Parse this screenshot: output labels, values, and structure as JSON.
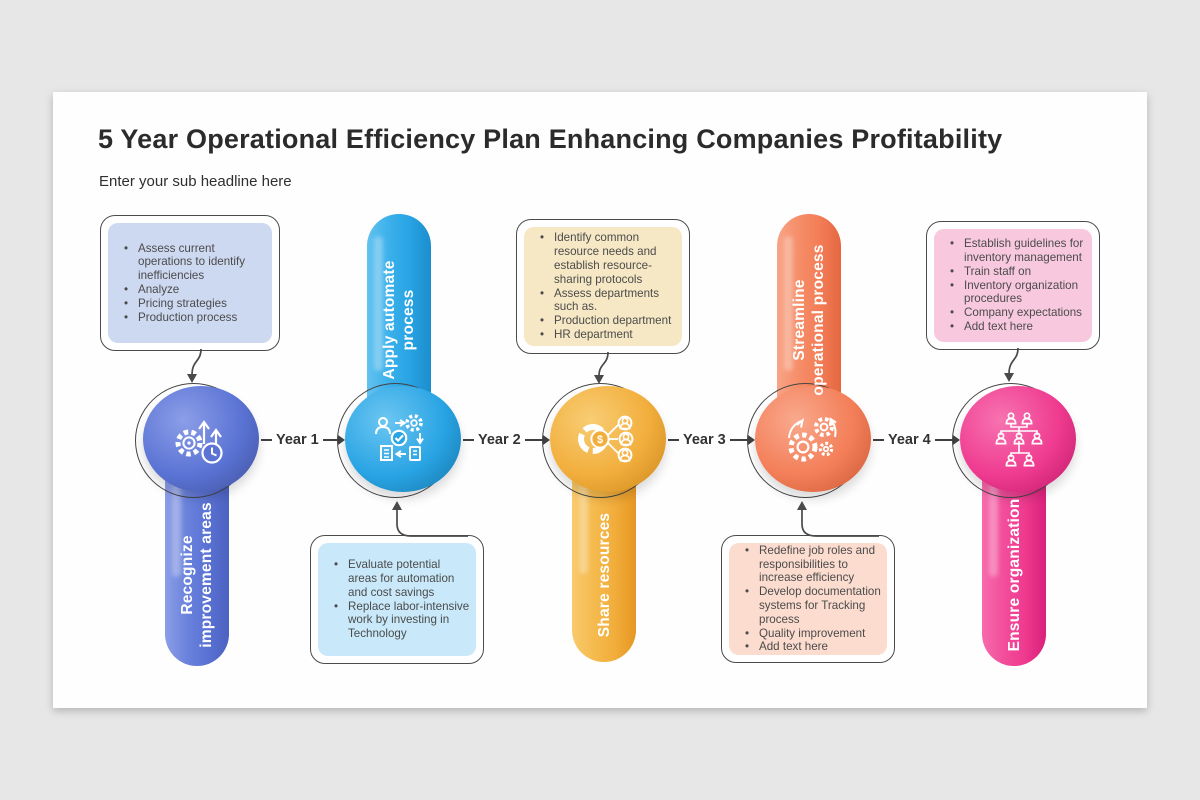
{
  "page": {
    "canvas_bg": "#e7e7e8",
    "slide_bg": "#ffffff",
    "outline_color": "#4b4b4b"
  },
  "header": {
    "title": "5 Year Operational Efficiency Plan Enhancing Companies Profitability",
    "subtitle": "Enter your sub headline here"
  },
  "years": [
    "Year 1",
    "Year 2",
    "Year 3",
    "Year 4"
  ],
  "columns": [
    {
      "pill_lines": [
        "Recognize",
        "improvement areas"
      ],
      "icon": "efficiency-gear-arrows-clock-icon",
      "callout_position": "top",
      "colors": {
        "base": "#5a73d4",
        "callout_bg": "#cdd8f1"
      },
      "bullets": [
        "Assess current operations to identify inefficiencies",
        "Analyze",
        "Pricing strategies",
        "Production process"
      ]
    },
    {
      "pill_lines": [
        "Apply automate",
        "process"
      ],
      "icon": "automation-workflow-icon",
      "callout_position": "bottom",
      "colors": {
        "base": "#29a4e4",
        "callout_bg": "#c9e9fa"
      },
      "bullets": [
        "Evaluate potential areas for automation and cost savings",
        "Replace labor-intensive work by investing in Technology"
      ]
    },
    {
      "pill_lines": [
        "Share resources"
      ],
      "icon": "shared-resources-icon",
      "callout_position": "top",
      "colors": {
        "base": "#f2ae3c",
        "callout_bg": "#f6e8c5"
      },
      "bullets": [
        "Identify common resource needs and establish resource-sharing protocols",
        "Assess departments such as.",
        "Production department",
        "HR department"
      ]
    },
    {
      "pill_lines": [
        "Streamline",
        "operational process"
      ],
      "icon": "streamline-gears-icon",
      "callout_position": "bottom",
      "colors": {
        "base": "#f37e58",
        "callout_bg": "#fbdccf"
      },
      "bullets": [
        "Redefine job roles and responsibilities to increase efficiency",
        "Develop documentation systems for Tracking process",
        "Quality improvement",
        "Add text here"
      ]
    },
    {
      "pill_lines": [
        "Ensure organization"
      ],
      "icon": "org-chart-icon",
      "callout_position": "top",
      "colors": {
        "base": "#ef3b90",
        "callout_bg": "#f8c9de"
      },
      "bullets": [
        "Establish guidelines for inventory management",
        "Train staff on",
        "Inventory organization procedures",
        "Company expectations",
        "Add text here"
      ]
    }
  ]
}
